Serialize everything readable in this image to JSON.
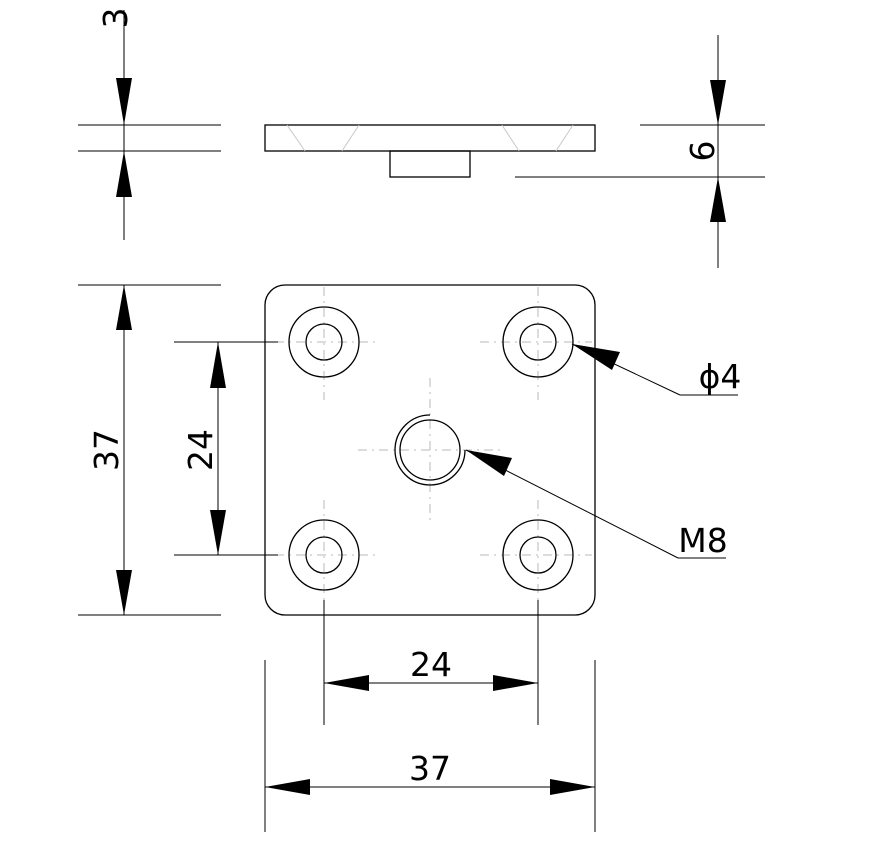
{
  "dimensions": {
    "plate_thickness": "3",
    "total_height": "6",
    "plate_height": "37",
    "hole_spacing_vertical": "24",
    "hole_diameter": "ϕ4",
    "thread": "M8",
    "hole_spacing_horizontal": "24",
    "plate_width": "37"
  }
}
